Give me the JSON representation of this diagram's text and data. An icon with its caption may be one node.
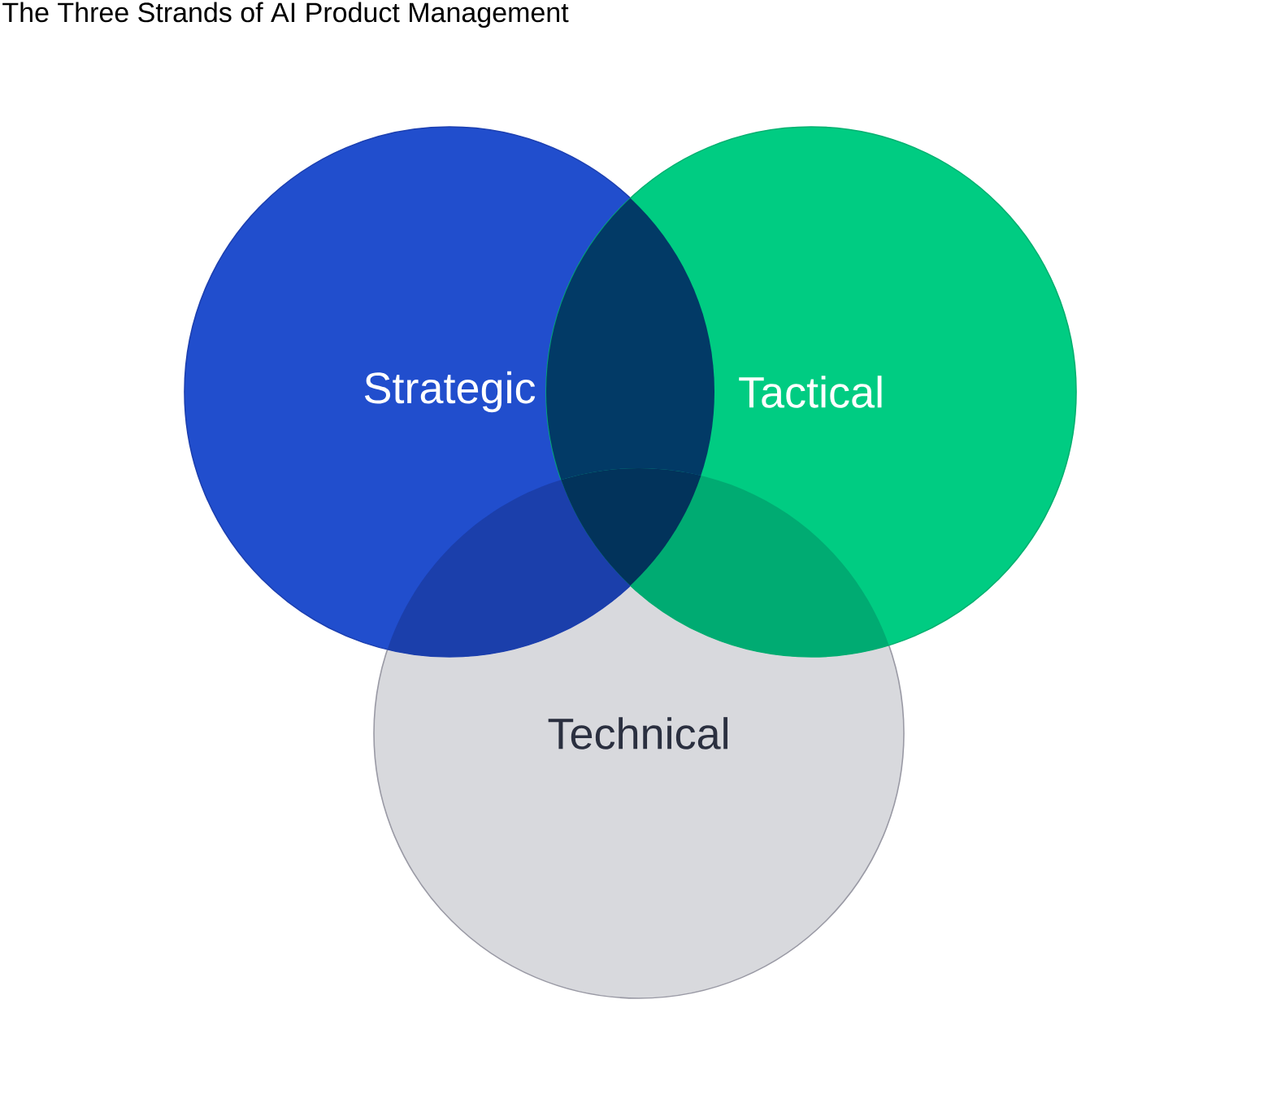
{
  "diagram": {
    "title": "The Three Strands of AI Product Management",
    "nodes": [
      {
        "text": [
          "Strategic"
        ]
      },
      {
        "text": [
          "Tactical"
        ]
      },
      {
        "text": [
          "Technical"
        ]
      }
    ],
    "edges": []
  }
}
